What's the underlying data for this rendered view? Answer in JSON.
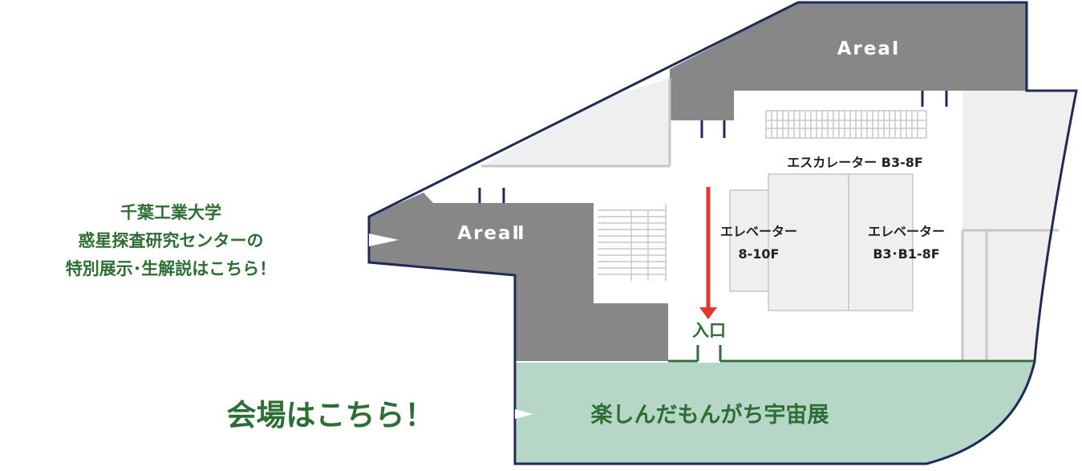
{
  "colors": {
    "outline": "#1e2a5a",
    "area_fill": "#878787",
    "area_text": "#ffffff",
    "room_fill": "#efefef",
    "room_stroke": "#c7c7c7",
    "exhibition_fill": "#b6d6c7",
    "accent_green": "#2c6e34",
    "arrow_red": "#e03a2f",
    "label_dark": "#222222"
  },
  "areas": {
    "area1": "AreaⅠ",
    "area2": "AreaⅡ"
  },
  "escalator": {
    "label": "エスカレーター B3-8F"
  },
  "elevators": [
    {
      "line1": "エレベーター",
      "line2": "8-10F"
    },
    {
      "line1": "エレベーター",
      "line2": "B3･B1-8F"
    }
  ],
  "entrance": {
    "label": "入口"
  },
  "exhibition": {
    "label": "楽しんだもんがち宇宙展"
  },
  "callout_planetary": {
    "lines": [
      "千葉工業大学",
      "惑星探査研究センターの",
      "特別展示･生解説はこちら！"
    ]
  },
  "callout_venue": {
    "label": "会場はこちら！"
  },
  "icons": {
    "direction_arrow": "down-arrow-icon",
    "pointer": "triangle-pointer-icon"
  }
}
